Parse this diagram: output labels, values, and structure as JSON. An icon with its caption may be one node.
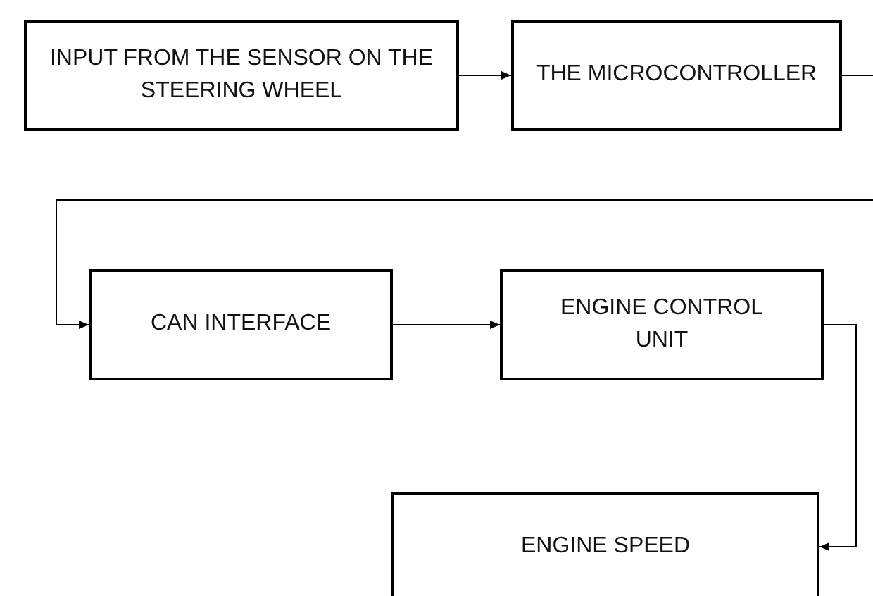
{
  "diagram": {
    "nodes": [
      {
        "text": [
          "INPUT FROM THE SENSOR ON THE STEERING WHEEL"
        ]
      },
      {
        "text": [
          "THE MICROCONTROLLER"
        ]
      },
      {
        "text": [
          "CAN INTERFACE"
        ]
      },
      {
        "text": [
          "ENGINE CONTROL UNIT"
        ]
      },
      {
        "text": [
          "ENGINE SPEED"
        ]
      }
    ],
    "edges": [
      {
        "from": 0,
        "to": 1,
        "arrow": "to"
      },
      {
        "from": 1,
        "to": 2,
        "arrow": "to"
      },
      {
        "from": 2,
        "to": 3,
        "arrow": "to"
      },
      {
        "from": 3,
        "to": 4,
        "arrow": "to"
      }
    ]
  }
}
